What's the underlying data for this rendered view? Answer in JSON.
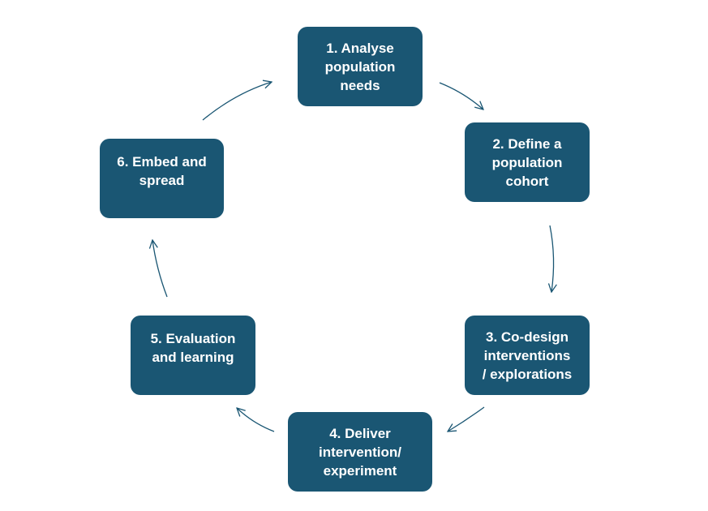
{
  "diagram": {
    "type": "cycle",
    "colors": {
      "box_fill": "#1a5673",
      "box_text": "#ffffff",
      "arrow": "#1a5673"
    },
    "steps": [
      {
        "id": "1",
        "lines": [
          "1. Analyse",
          "population",
          "needs"
        ]
      },
      {
        "id": "2",
        "lines": [
          "2. Define a",
          "population",
          "cohort"
        ]
      },
      {
        "id": "3",
        "lines": [
          "3. Co-design",
          "interventions",
          "/ explorations"
        ]
      },
      {
        "id": "4",
        "lines": [
          "4. Deliver",
          "intervention/",
          "experiment"
        ]
      },
      {
        "id": "5",
        "lines": [
          "5. Evaluation",
          "and learning"
        ]
      },
      {
        "id": "6",
        "lines": [
          "6. Embed and",
          "spread"
        ]
      }
    ],
    "arrows": [
      {
        "from": "1",
        "to": "2"
      },
      {
        "from": "2",
        "to": "3"
      },
      {
        "from": "3",
        "to": "4"
      },
      {
        "from": "4",
        "to": "5"
      },
      {
        "from": "5",
        "to": "6"
      },
      {
        "from": "6",
        "to": "1"
      }
    ]
  }
}
